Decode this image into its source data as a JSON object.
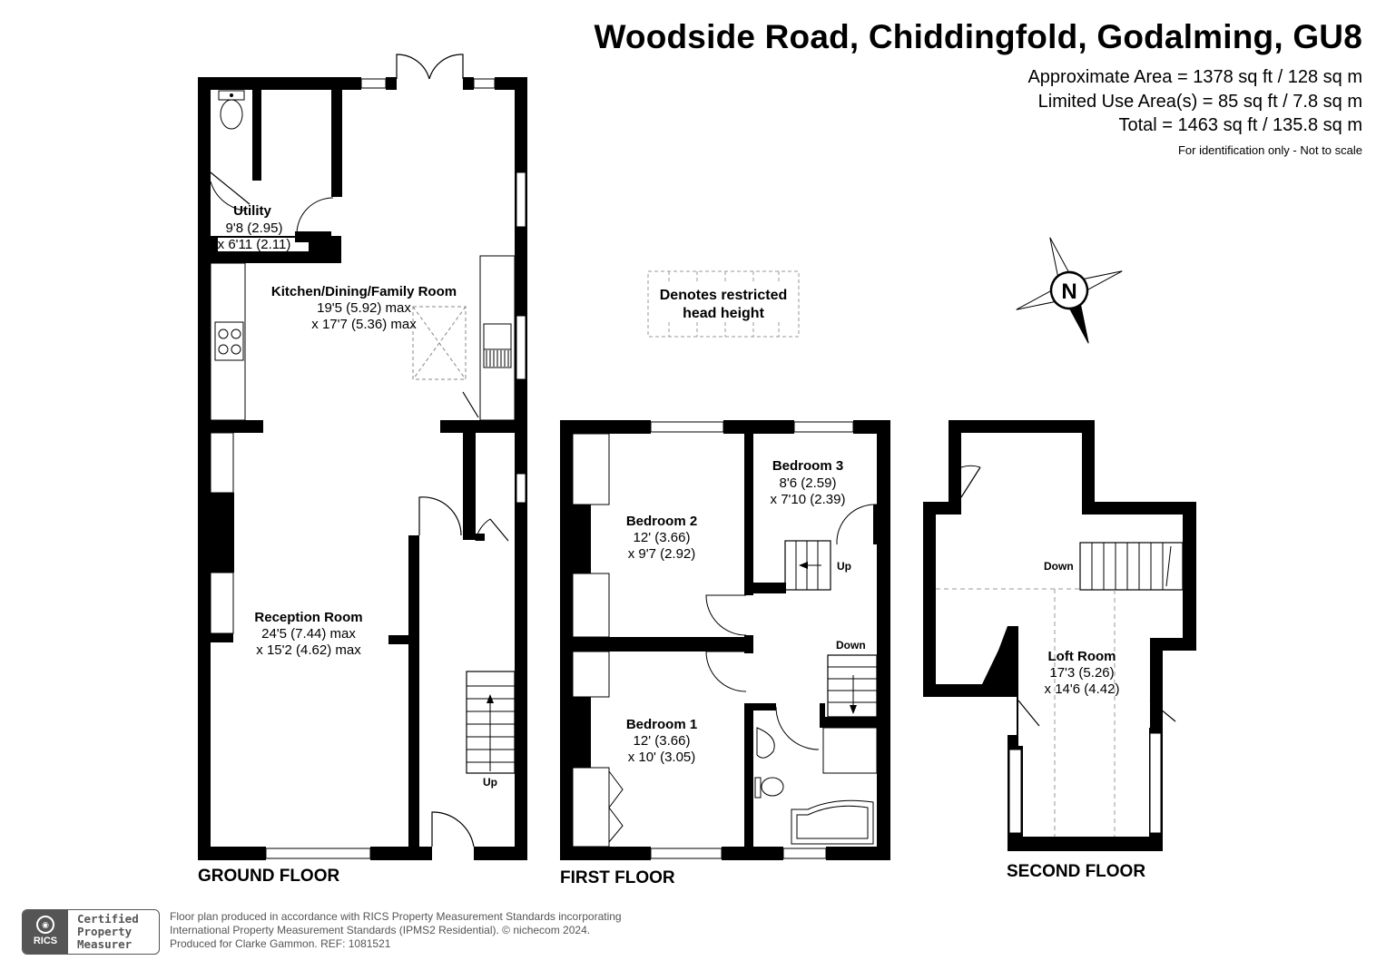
{
  "header": {
    "title": "Woodside Road, Chiddingfold, Godalming, GU8",
    "approx_area": "Approximate Area = 1378 sq ft / 128 sq m",
    "limited_use": "Limited Use Area(s) = 85 sq ft / 7.8 sq m",
    "total": "Total = 1463 sq ft / 135.8 sq m",
    "note": "For identification only - Not to scale"
  },
  "legend": {
    "restricted_line1": "Denotes restricted",
    "restricted_line2": "head height"
  },
  "compass": {
    "label": "N"
  },
  "ground_floor": {
    "label": "GROUND FLOOR",
    "utility": {
      "name": "Utility",
      "dim1": "9'8 (2.95)",
      "dim2": "x 6'11 (2.11)"
    },
    "kitchen": {
      "name": "Kitchen/Dining/Family Room",
      "dim1": "19'5 (5.92) max",
      "dim2": "x 17'7 (5.36) max"
    },
    "reception": {
      "name": "Reception Room",
      "dim1": "24'5 (7.44) max",
      "dim2": "x 15'2 (4.62) max"
    },
    "stairs_label": "Up"
  },
  "first_floor": {
    "label": "FIRST FLOOR",
    "bedroom2": {
      "name": "Bedroom 2",
      "dim1": "12' (3.66)",
      "dim2": "x 9'7 (2.92)"
    },
    "bedroom3": {
      "name": "Bedroom 3",
      "dim1": "8'6 (2.59)",
      "dim2": "x 7'10 (2.39)"
    },
    "bedroom1": {
      "name": "Bedroom 1",
      "dim1": "12' (3.66)",
      "dim2": "x 10' (3.05)"
    },
    "up_label": "Up",
    "down_label": "Down"
  },
  "second_floor": {
    "label": "SECOND FLOOR",
    "loft": {
      "name": "Loft Room",
      "dim1": "17'3 (5.26)",
      "dim2": "x 14'6 (4.42)"
    },
    "down_label": "Down"
  },
  "footer": {
    "line1": "Floor plan produced in accordance with RICS Property Measurement Standards incorporating",
    "line2": "International Property Measurement Standards (IPMS2 Residential).   © nichecom 2024.",
    "line3": "Produced for Clarke Gammon.   REF: 1081521"
  },
  "badge": {
    "org": "RICS",
    "line1": "Certified",
    "line2": "Property",
    "line3": "Measurer"
  }
}
